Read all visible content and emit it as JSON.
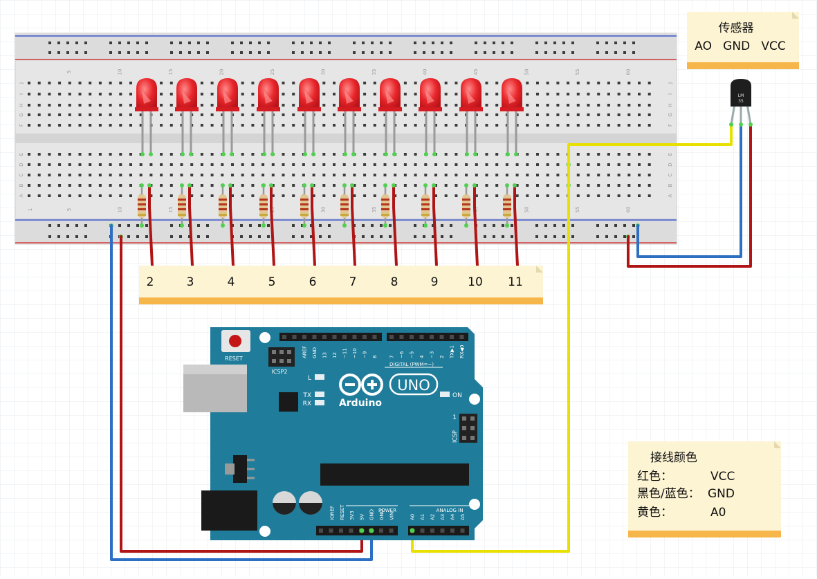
{
  "pin_numbers": [
    "2",
    "3",
    "4",
    "5",
    "6",
    "7",
    "8",
    "9",
    "10",
    "11"
  ],
  "sensor_note": {
    "title": "传感器",
    "pins": "AO   GND   VCC"
  },
  "sensor_chip": {
    "line1": "LM",
    "line2": "35"
  },
  "legend_note": {
    "title": "接线颜色",
    "rows": [
      {
        "label": "红色：",
        "value": "VCC"
      },
      {
        "label": "黑色/蓝色：",
        "value": "GND"
      },
      {
        "label": "黄色：",
        "value": "A0"
      }
    ]
  },
  "breadboard": {
    "row_letters_top": [
      "J",
      "I",
      "H",
      "G",
      "F"
    ],
    "row_letters_bottom": [
      "E",
      "D",
      "C",
      "B",
      "A"
    ],
    "column_numbers_top": [
      "5",
      "10",
      "15",
      "20",
      "25",
      "30",
      "35",
      "40",
      "45",
      "50",
      "55",
      "60"
    ],
    "column_numbers_bottom": [
      "1",
      "5",
      "10",
      "15",
      "20",
      "25",
      "30",
      "35",
      "40",
      "45",
      "50",
      "55",
      "60"
    ]
  },
  "arduino": {
    "brand": "Arduino",
    "model": "UNO",
    "reset_label": "RESET",
    "icsp2_label": "ICSP2",
    "icsp_label": "ICSP",
    "icsp_pin1": "1",
    "digital_label": "DIGITAL (PWM=~)",
    "power_label": "POWER",
    "analog_label": "ANALOG IN",
    "led_l": "L",
    "led_tx": "TX",
    "led_rx": "RX",
    "led_on": "ON",
    "digital_pins_left": [
      "AREF",
      "GND",
      "13",
      "12",
      "~11",
      "~10",
      "~9",
      "8"
    ],
    "digital_pins_right": [
      "7",
      "~6",
      "~5",
      "4",
      "~3",
      "2",
      "TX▶1",
      "RX◀0"
    ],
    "power_pins": [
      "IOREF",
      "RESET",
      "3V3",
      "5V",
      "GND",
      "GND",
      "VIN"
    ],
    "analog_pins": [
      "A0",
      "A1",
      "A2",
      "A3",
      "A4",
      "A5"
    ]
  },
  "colors": {
    "vcc": "#b01515",
    "gnd": "#2d6fc4",
    "signal": "#e8e000",
    "led": "#e8262a",
    "board": "#1f7c9a",
    "note": "#fdf4d3",
    "note_bar": "#f7b64a"
  }
}
